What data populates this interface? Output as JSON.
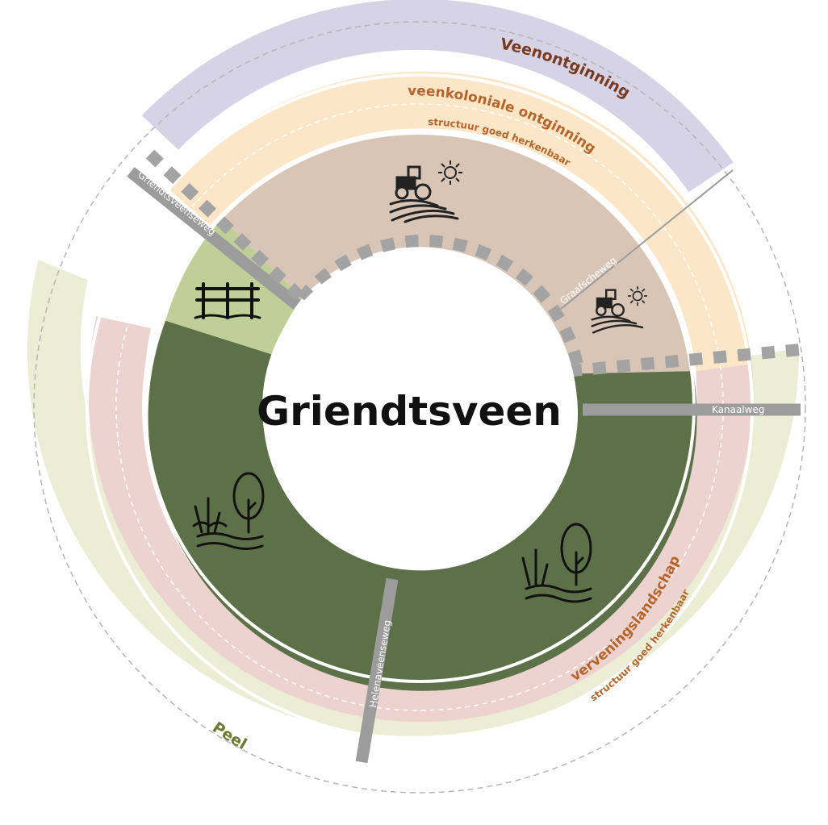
{
  "center": {
    "title": "Griendtsveen"
  },
  "rings": {
    "veenontginning": {
      "label": "Veenontginning",
      "color": "#d6d3e6",
      "label_color": "#7a3a1e"
    },
    "veenkoloniaal": {
      "label": "veenkoloniale ontginning",
      "sublabel": "structuur goed herkenbaar",
      "color": "#fbe6c7",
      "label_color": "#b5652c"
    },
    "peel": {
      "label": "Peel",
      "color": "#ebedd5",
      "label_color": "#6b7c2e"
    },
    "vervening": {
      "label": "verveningslandschap",
      "sublabel": "structuur goed herkenbaar",
      "color": "#ecd3cf",
      "label_color": "#b5652c"
    },
    "agri": {
      "color": "#d8c5b6"
    },
    "forest": {
      "color": "#5d7149"
    },
    "meadow": {
      "color": "#c0cf97"
    }
  },
  "roads": {
    "griendtsveenseweg": "Griendtsveenseweg",
    "graafsche": "Graafscheweg",
    "kanaalweg": "Kanaalweg",
    "helenaveenseweg": "Helenaveenseweg"
  },
  "icons": [
    "tractor-field-icon",
    "sun-icon",
    "fence-icon",
    "reed-tree-water-icon"
  ]
}
